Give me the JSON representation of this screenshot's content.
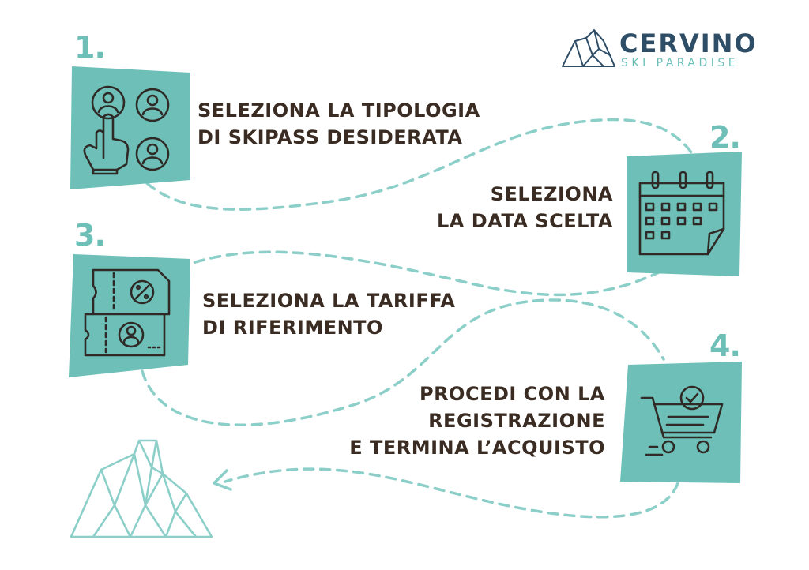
{
  "brand": {
    "name": "CERVINO",
    "tagline": "SKI PARADISE",
    "accent": "#6dbfb8",
    "dark": "#2e4d67"
  },
  "steps": [
    {
      "number": "1.",
      "line1": "SELEZIONA LA TIPOLOGIA",
      "line2": "DI SKIPASS DESIDERATA",
      "icon": "users-select-icon"
    },
    {
      "number": "2.",
      "line1": "SELEZIONA",
      "line2": "LA DATA SCELTA",
      "icon": "calendar-icon"
    },
    {
      "number": "3.",
      "line1": "SELEZIONA LA TARIFFA",
      "line2": "DI RIFERIMENTO",
      "icon": "ticket-icon"
    },
    {
      "number": "4.",
      "line1": "PROCEDI CON LA",
      "line2": "REGISTRAZIONE",
      "line3": "E TERMINA L’ACQUISTO",
      "icon": "shopping-cart-icon"
    }
  ],
  "colors": {
    "tile": "#6dbfb8",
    "text": "#3a2c22",
    "icon": "#2f2a26"
  }
}
